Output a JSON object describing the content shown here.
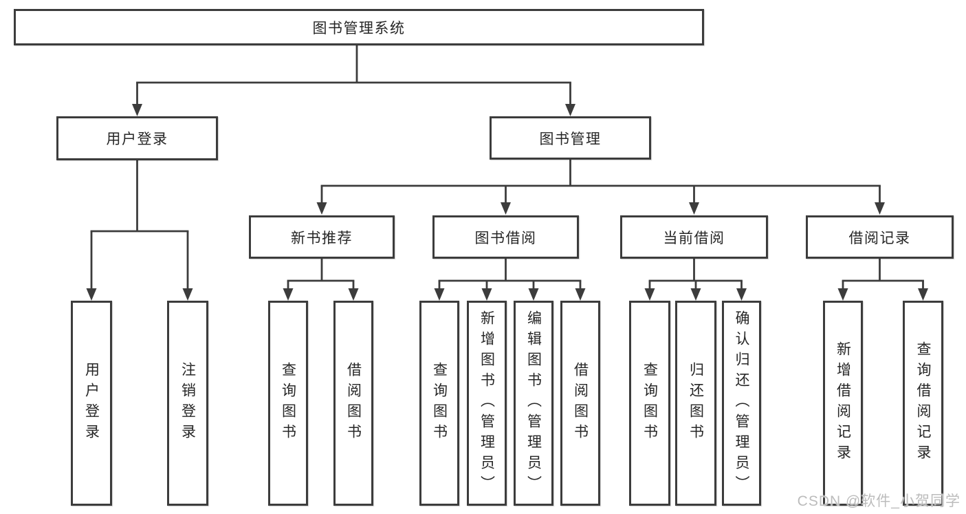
{
  "tree": {
    "root": {
      "label": "图书管理系统",
      "children": [
        {
          "label": "用户登录",
          "children": [
            {
              "label": "用户登录"
            },
            {
              "label": "注销登录"
            }
          ]
        },
        {
          "label": "图书管理",
          "children": [
            {
              "label": "新书推荐",
              "children": [
                {
                  "label": "查询图书"
                },
                {
                  "label": "借阅图书"
                }
              ]
            },
            {
              "label": "图书借阅",
              "children": [
                {
                  "label": "查询图书"
                },
                {
                  "label": "新增图书（管理员）"
                },
                {
                  "label": "编辑图书（管理员）"
                },
                {
                  "label": "借阅图书"
                }
              ]
            },
            {
              "label": "当前借阅",
              "children": [
                {
                  "label": "查询图书"
                },
                {
                  "label": "归还图书"
                },
                {
                  "label": "确认归还（管理员）"
                }
              ]
            },
            {
              "label": "借阅记录",
              "children": [
                {
                  "label": "新增借阅记录"
                },
                {
                  "label": "查询借阅记录"
                }
              ]
            }
          ]
        }
      ]
    }
  },
  "watermark": "CSDN @软件_小贺同学",
  "colors": {
    "line": "#3c3c3c",
    "text": "#262626",
    "background": "#ffffff",
    "watermark": "#bcbcbc"
  }
}
